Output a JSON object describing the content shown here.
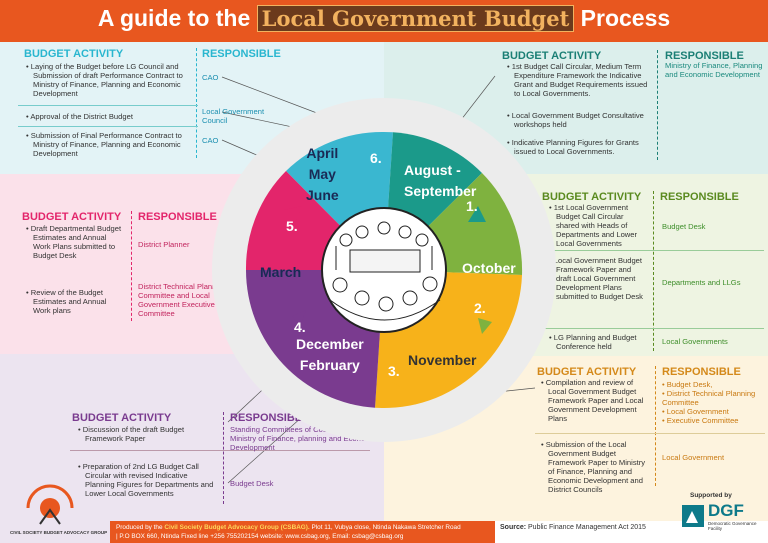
{
  "header": {
    "title_prefix": "A guide to the",
    "title_highlight": "Local Government Budget",
    "title_suffix": "Process"
  },
  "labels": {
    "budget_activity": "BUDGET ACTIVITY",
    "responsible": "RESPONSIBLE"
  },
  "colors": {
    "orange": "#e8571f",
    "cyan": "#29b6cf",
    "teal": "#1b9a8a",
    "green": "#7fb23f",
    "yellow": "#f7b21a",
    "purple": "#7a3b8f",
    "pink": "#e3256b"
  },
  "wheel": {
    "segments": [
      {
        "number": "1.",
        "months": [
          "August -",
          "September"
        ]
      },
      {
        "number": "",
        "months": [
          "October"
        ]
      },
      {
        "number": "2.",
        "months": [
          "November"
        ]
      },
      {
        "number": "3.",
        "months": [
          "December",
          "February"
        ]
      },
      {
        "number": "4.",
        "months": []
      },
      {
        "number": "",
        "months": [
          "March"
        ]
      },
      {
        "number": "5.",
        "months": []
      },
      {
        "number": "6.",
        "months": [
          "April",
          "May",
          "June"
        ]
      }
    ]
  },
  "panels": {
    "top_left": {
      "activities": [
        "Laying of the Budget before LG Council and Submission of draft Performance Contract to Ministry of Finance, Planning and Economic Development",
        "Approval of the District Budget",
        "Submission of Final Performance Contract to Ministry of Finance, Planning and Economic Development"
      ],
      "responsible": [
        "CAO",
        "Local Government Council",
        "CAO"
      ]
    },
    "top_right": {
      "activities": [
        "1st Budget Call Circular, Medium Term Expenditure Framework the Indicative Grant and Budget Requirements issued to Local Governments.",
        "Local Government Budget Consultative workshops held",
        "Indicative Planning Figures for Grants issued to Local Governments."
      ],
      "responsible": [
        "Ministry of Finance, Planning and Economic Development"
      ]
    },
    "mid_left": {
      "activities": [
        "Draft Departmental Budget Estimates and Annual Work Plans submitted to Budget Desk",
        "Review of the Budget Estimates and Annual Work plans"
      ],
      "responsible": [
        "District Planner",
        "District Technical Planning Committee and Local Government Executive Committee"
      ]
    },
    "mid_right": {
      "activities": [
        "1st Local Government Budget Call Circular shared with Heads of Departments and Lower Local Governments",
        "Local Government Budget Framework Paper and draft Local Government Development Plans submitted to Budget Desk",
        "LG Planning and Budget Conference held"
      ],
      "responsible": [
        "Budget Desk",
        "Departments and LLGs",
        "Local Governments"
      ]
    },
    "bottom_left": {
      "activities": [
        "Discussion of the draft Budget Framework Paper",
        "Preparation of 2nd LG Budget Call Circular with revised Indicative Planning Figures for Departments and Lower Local Governments"
      ],
      "responsible": [
        "Standing Committees of Council and Ministry of Finance, planning and Economic Development",
        "Budget Desk"
      ]
    },
    "bottom_right": {
      "activities": [
        "Compilation and review of Local Government Budget Framework Paper and Local Government Development Plans",
        "Submission of the Local Government Budget Framework Paper to Ministry of Finance, Planning and Economic Development and District Councils"
      ],
      "responsible": [
        "Budget Desk,",
        "District Technical Planning Committee",
        "Local Government",
        "Executive Committee"
      ],
      "responsible_second": "Local Government"
    }
  },
  "footer": {
    "produced_prefix": "Produced by the",
    "org_name": "Civil Society Budget Advocacy Group (CSBAG).",
    "line1_rest": "Plot 11, Vubya close,  Ntinda Nakawa Stretcher Road",
    "line2": "| P.O BOX 660, Ntinda  Fixed line +256 755202154  website: www.csbag.org, Email: csbag@csbag.org",
    "source_label": "Source:",
    "source_text": "Public Finance Management Act 2015",
    "supported_by": "Supported by",
    "csbag_logo": "CSBAG",
    "csbag_tagline": "CIVIL SOCIETY BUDGET ADVOCACY GROUP",
    "dgf_logo": "DGF",
    "dgf_tagline": "Democratic Governance Facility"
  }
}
